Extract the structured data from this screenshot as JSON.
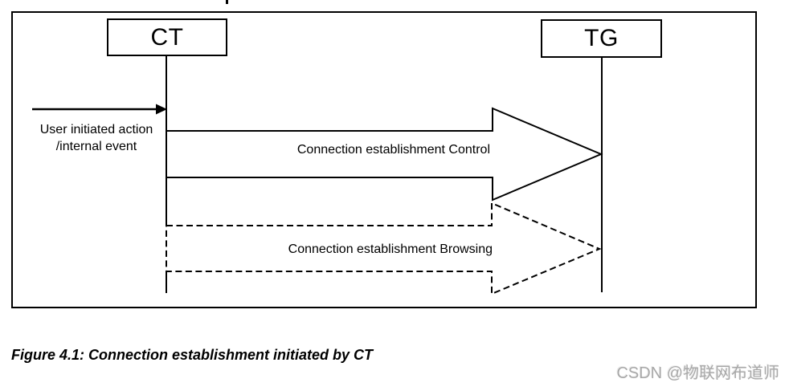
{
  "diagram": {
    "type": "sequence-diagram",
    "entities": [
      {
        "id": "CT",
        "label": "CT"
      },
      {
        "id": "TG",
        "label": "TG"
      }
    ],
    "trigger": {
      "target": "CT",
      "label_line1": "User initiated action",
      "label_line2": "/internal event"
    },
    "messages": [
      {
        "from": "CT",
        "to": "TG",
        "style": "solid",
        "label": "Connection establishment Control"
      },
      {
        "from": "CT",
        "to": "TG",
        "style": "dashed",
        "label": "Connection establishment Browsing"
      }
    ]
  },
  "caption": "Figure 4.1: Connection establishment initiated by CT",
  "watermark": {
    "text": "CSDN @物联网布道师",
    "color": "#a8a8a8"
  },
  "colors": {
    "line": "#000000",
    "background": "#ffffff"
  }
}
